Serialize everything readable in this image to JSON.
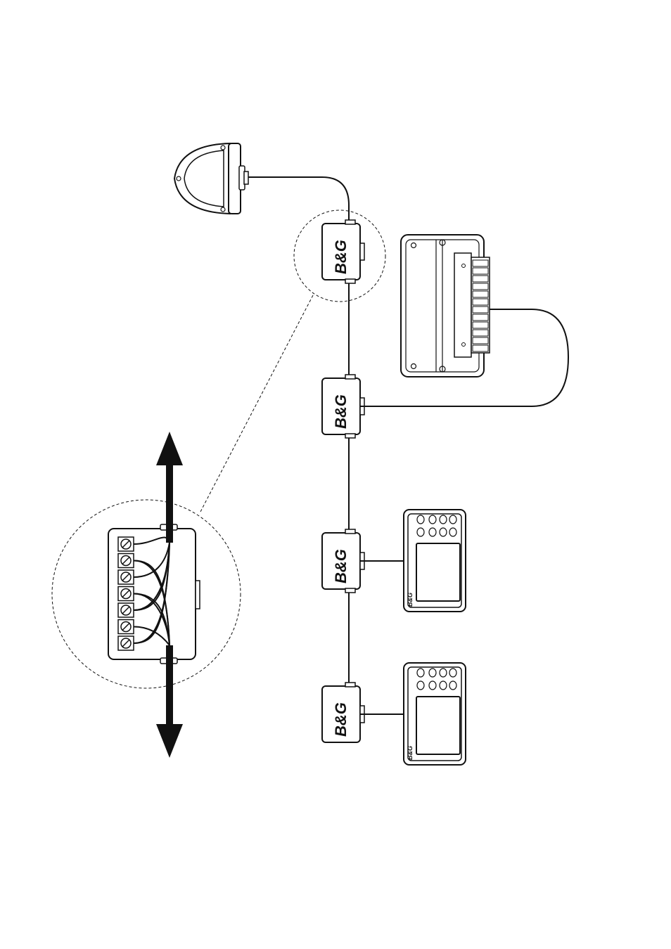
{
  "diagram": {
    "brand_label": "B&G",
    "colors": {
      "ink": "#111111",
      "paper": "#ffffff"
    },
    "components": [
      {
        "id": "antenna-sensor",
        "kind": "dome sensor"
      },
      {
        "id": "junction-box-1",
        "kind": "backbone connector",
        "label": "B&G"
      },
      {
        "id": "junction-box-2",
        "kind": "backbone connector",
        "label": "B&G"
      },
      {
        "id": "junction-box-3",
        "kind": "backbone connector",
        "label": "B&G"
      },
      {
        "id": "junction-box-4",
        "kind": "backbone connector",
        "label": "B&G"
      },
      {
        "id": "processor-unit",
        "kind": "terminal block processor"
      },
      {
        "id": "display-1",
        "kind": "instrument display",
        "label": "B&G"
      },
      {
        "id": "display-2",
        "kind": "instrument display",
        "label": "B&G"
      },
      {
        "id": "detail-view",
        "kind": "magnified junction box wiring"
      }
    ],
    "icons": [
      "arrow-up-icon",
      "arrow-down-icon",
      "screw-terminal-icon"
    ]
  }
}
